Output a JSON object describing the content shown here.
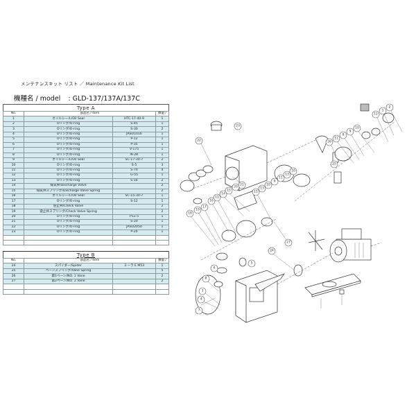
{
  "document": {
    "subtitle": "メンテナンスキット リスト  ／  Maintenance Kit  List",
    "model_label": "機種名 / model",
    "model_value": ": GLD-137/137A/137C"
  },
  "table_headers": {
    "no": "No.",
    "item": "部品名 / Item",
    "qty": "数量 /"
  },
  "type_a": {
    "title": "Type  A",
    "rows": [
      {
        "no": "1",
        "item": "オイルシール/Oil Seal",
        "code": "HTC-17-40-9",
        "qty": "1"
      },
      {
        "no": "2",
        "item": "Oリング/O-ring",
        "code": "S-45",
        "qty": "1"
      },
      {
        "no": "3",
        "item": "Oリング/O-ring",
        "code": "S-30",
        "qty": "2"
      },
      {
        "no": "4",
        "item": "Oリング/O-ring",
        "code": "JASO1016",
        "qty": "1"
      },
      {
        "no": "5",
        "item": "Oリング/O-ring",
        "code": "P-12",
        "qty": "1"
      },
      {
        "no": "6",
        "item": "Oリング/O-ring",
        "code": "P-35",
        "qty": "1"
      },
      {
        "no": "7",
        "item": "Oリング/O-ring",
        "code": "V-175",
        "qty": "1"
      },
      {
        "no": "8",
        "item": "Oリング/O-ring",
        "code": "N-28",
        "qty": "1"
      },
      {
        "no": "9",
        "item": "オイルシール/Oil Seal",
        "code": "SC-17-30-7",
        "qty": "2"
      },
      {
        "no": "10",
        "item": "Oリング/O-ring",
        "code": "S-5",
        "qty": "3"
      },
      {
        "no": "11",
        "item": "Oリング/O-ring",
        "code": "S-70",
        "qty": "4"
      },
      {
        "no": "12",
        "item": "Oリング/O-ring",
        "code": "G-55",
        "qty": "1"
      },
      {
        "no": "13",
        "item": "Oリング/O-ring",
        "code": "S-16",
        "qty": "2"
      },
      {
        "no": "14",
        "item": "排気弁/Discharge Valve",
        "code": "",
        "qty": "2"
      },
      {
        "no": "15",
        "item": "排気弁スプリング/Discharge Valve Spring",
        "code": "",
        "qty": "2"
      },
      {
        "no": "16",
        "item": "オイルシール/Oil Seal",
        "code": "SC-15-30-7",
        "qty": "1"
      },
      {
        "no": "17",
        "item": "Oリング/O-ring",
        "code": "S-12",
        "qty": "1"
      },
      {
        "no": "18",
        "item": "逆止弁/Check Valve",
        "code": "",
        "qty": "2"
      },
      {
        "no": "19",
        "item": "逆止弁スプリング/Check Valve Spring",
        "code": "",
        "qty": "2"
      },
      {
        "no": "20",
        "item": "Oリング/O-ring",
        "code": "P12.5",
        "qty": "1"
      },
      {
        "no": "21",
        "item": "Oリング/O-ring",
        "code": "S-20",
        "qty": "1"
      },
      {
        "no": "22",
        "item": "Oリング/O-ring",
        "code": "JASO2050",
        "qty": "1"
      },
      {
        "no": "23",
        "item": "Oリング/O-ring",
        "code": "P-20",
        "qty": "1"
      }
    ]
  },
  "type_b": {
    "title": "Type  B",
    "rows": [
      {
        "no": "24",
        "item": "スパイダー/Spider",
        "code": "ミーラ E M53",
        "qty": "1"
      },
      {
        "no": "25",
        "item": "ベーンスプリング/Vane Spring",
        "code": "",
        "qty": "5"
      },
      {
        "no": "26",
        "item": "第1ベーン/NO. 1  Vane",
        "code": "",
        "qty": "2"
      },
      {
        "no": "27",
        "item": "第2ベーン/NO. 2  Vane",
        "code": "",
        "qty": "2"
      }
    ]
  },
  "diagram": {
    "callouts": [
      "1",
      "2",
      "3",
      "4",
      "5",
      "6",
      "7",
      "8",
      "9",
      "10",
      "11",
      "12",
      "13",
      "14",
      "15",
      "16",
      "17",
      "18",
      "19",
      "20",
      "21",
      "22",
      "23",
      "24",
      "25",
      "26",
      "27"
    ]
  }
}
